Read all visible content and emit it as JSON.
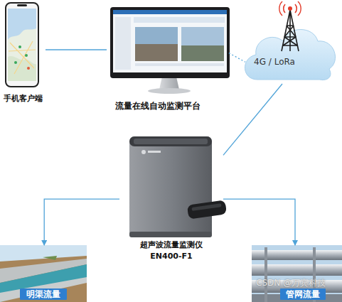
{
  "diagram": {
    "nodes": [
      {
        "text": [
          "手机客户端"
        ]
      },
      {
        "text": [
          "流量在线自动监测平台"
        ]
      },
      {
        "text": [
          "4G / LoRa"
        ]
      },
      {
        "text": [
          "超声波流量监测仪",
          "EN400-F1"
        ]
      },
      {
        "text": [
          "明渠流量"
        ]
      },
      {
        "text": [
          "管网流量"
        ]
      }
    ],
    "edges": [
      {
        "from": 0,
        "to": 1,
        "arrow": "none"
      },
      {
        "from": 1,
        "to": 2,
        "arrow": "none"
      },
      {
        "from": 2,
        "to": 3,
        "arrow": "none"
      },
      {
        "from": 3,
        "to": 4,
        "arrow": "to"
      },
      {
        "from": 3,
        "to": 5,
        "arrow": "to"
      }
    ],
    "labels": [
      "CSDN @万宾科技"
    ]
  }
}
